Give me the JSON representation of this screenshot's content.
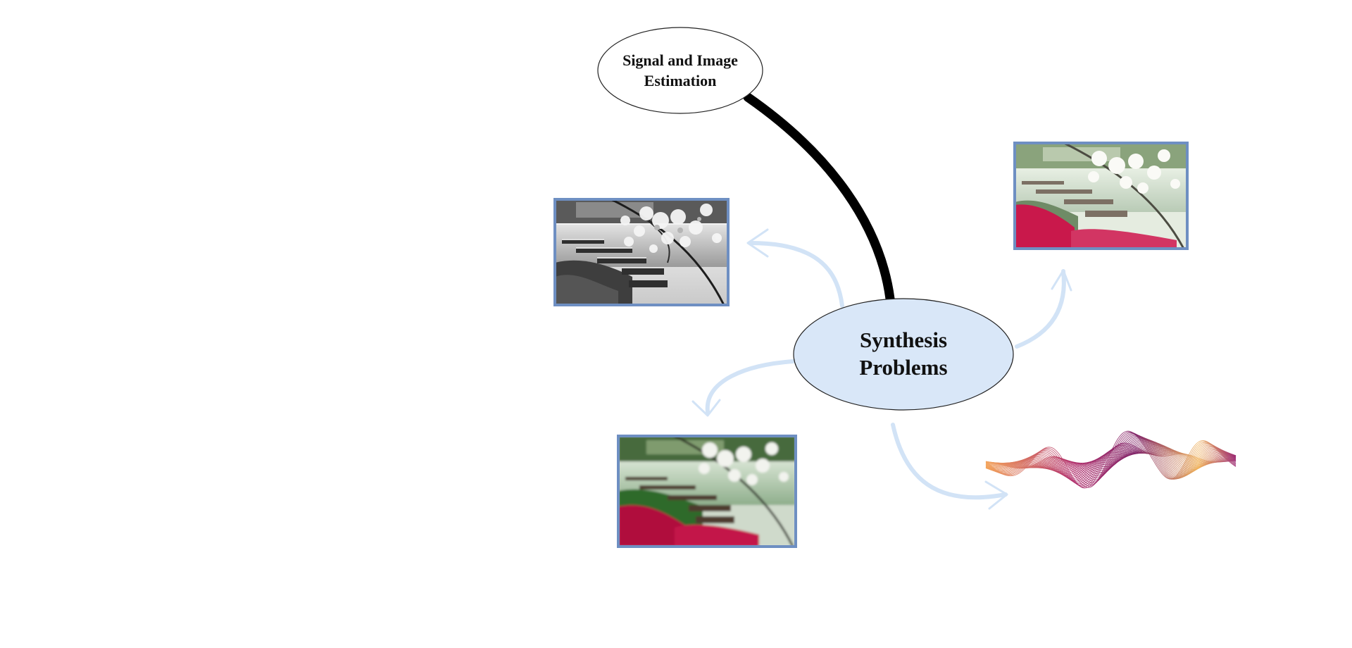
{
  "diagram": {
    "central_node": {
      "line1": "Synthesis",
      "line2": "Problems",
      "fill": "#d9e7f8"
    },
    "parent_node": {
      "line1": "Signal and Image",
      "line2": "Estimation",
      "fill": "#ffffff"
    },
    "connector_color": "#000000",
    "arrow_color": "#d2e3f6",
    "frame_color": "#6e8fc2",
    "images": [
      {
        "id": "grayscale-photo",
        "depicts": "grayscale garden pond with wooden walkway and blossoms"
      },
      {
        "id": "color-photo-blurred",
        "depicts": "colour garden pond with red azaleas, blurred"
      },
      {
        "id": "color-photo-faded",
        "depicts": "colour garden pond with red azaleas, faded"
      },
      {
        "id": "signal-waveform",
        "depicts": "twisted ribbon waveform in purple and orange"
      }
    ]
  }
}
